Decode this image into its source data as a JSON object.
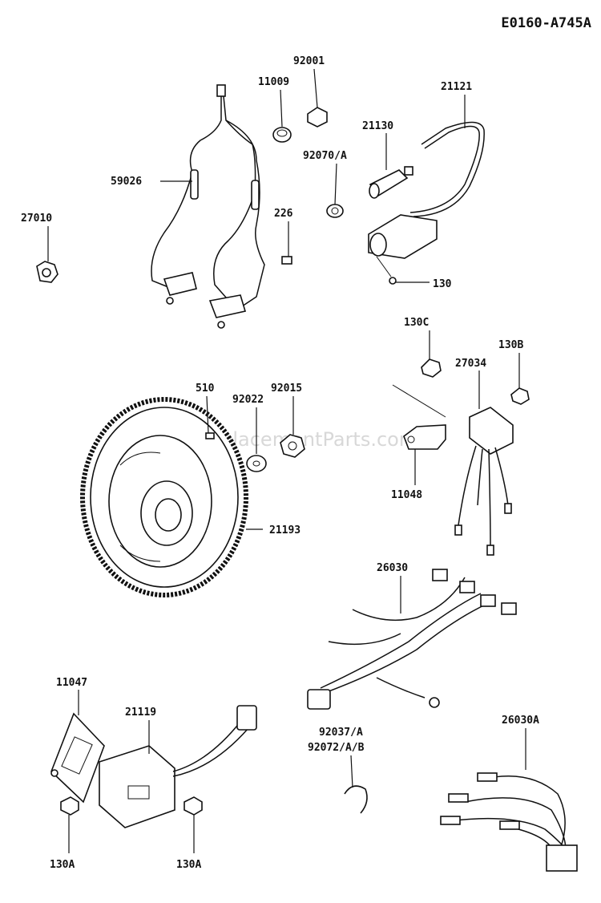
{
  "diagram_code": "E0160-A745A",
  "watermark": "eReplacementParts.com",
  "parts": [
    {
      "id": "92001"
    },
    {
      "id": "11009"
    },
    {
      "id": "21121"
    },
    {
      "id": "21130"
    },
    {
      "id": "92070/A"
    },
    {
      "id": "59026"
    },
    {
      "id": "27010"
    },
    {
      "id": "226"
    },
    {
      "id": "130"
    },
    {
      "id": "130C"
    },
    {
      "id": "130B"
    },
    {
      "id": "27034"
    },
    {
      "id": "510"
    },
    {
      "id": "92022"
    },
    {
      "id": "92015"
    },
    {
      "id": "11048"
    },
    {
      "id": "21193"
    },
    {
      "id": "26030"
    },
    {
      "id": "11047"
    },
    {
      "id": "21119"
    },
    {
      "id": "92037/A"
    },
    {
      "id": "92072/A/B"
    },
    {
      "id": "26030A"
    },
    {
      "id": "130A"
    },
    {
      "id": "130A"
    }
  ]
}
